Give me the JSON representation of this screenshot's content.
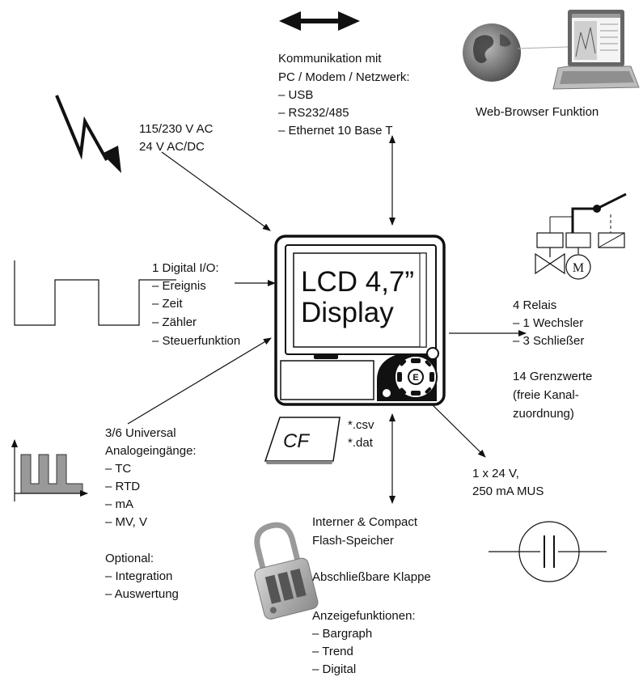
{
  "comm": {
    "lines": [
      "Kommunikation mit",
      "PC / Modem / Netzwerk:",
      "– USB",
      "– RS232/485",
      "– Ethernet 10 Base T"
    ]
  },
  "web_browser_label": "Web-Browser Funktion",
  "power": {
    "lines": [
      "115/230 V AC",
      "24 V AC/DC"
    ]
  },
  "digital_io": {
    "lines": [
      "1 Digital I/O:",
      "– Ereignis",
      "– Zeit",
      "– Zähler",
      "– Steuerfunktion"
    ]
  },
  "display": {
    "lines": [
      "LCD 4,7”",
      "Display"
    ]
  },
  "relays": {
    "lines": [
      "4 Relais",
      "– 1 Wechsler",
      "– 3 Schließer"
    ]
  },
  "limits": {
    "lines": [
      "14 Grenzwerte",
      "(freie Kanal-",
      "zuordnung)"
    ]
  },
  "motor_symbol_label": "M",
  "analog": {
    "lines": [
      "3/6 Universal",
      "Analogeingänge:",
      "– TC",
      "– RTD",
      "– mA",
      "– MV, V"
    ]
  },
  "optional": {
    "lines": [
      "Optional:",
      "– Integration",
      "– Auswertung"
    ]
  },
  "cf_card_label": "CF",
  "file_types": {
    "lines": [
      "*.csv",
      "*.dat"
    ]
  },
  "mus": {
    "lines": [
      "1 x 24 V,",
      "250 mA MUS"
    ]
  },
  "memory": {
    "lines": [
      "Interner & Compact",
      "Flash-Speicher"
    ]
  },
  "lock_label": "Abschließbare Klappe",
  "display_functions": {
    "lines": [
      "Anzeigefunktionen:",
      "– Bargraph",
      "– Trend",
      "– Digital"
    ]
  },
  "keypad_center_label": "E"
}
